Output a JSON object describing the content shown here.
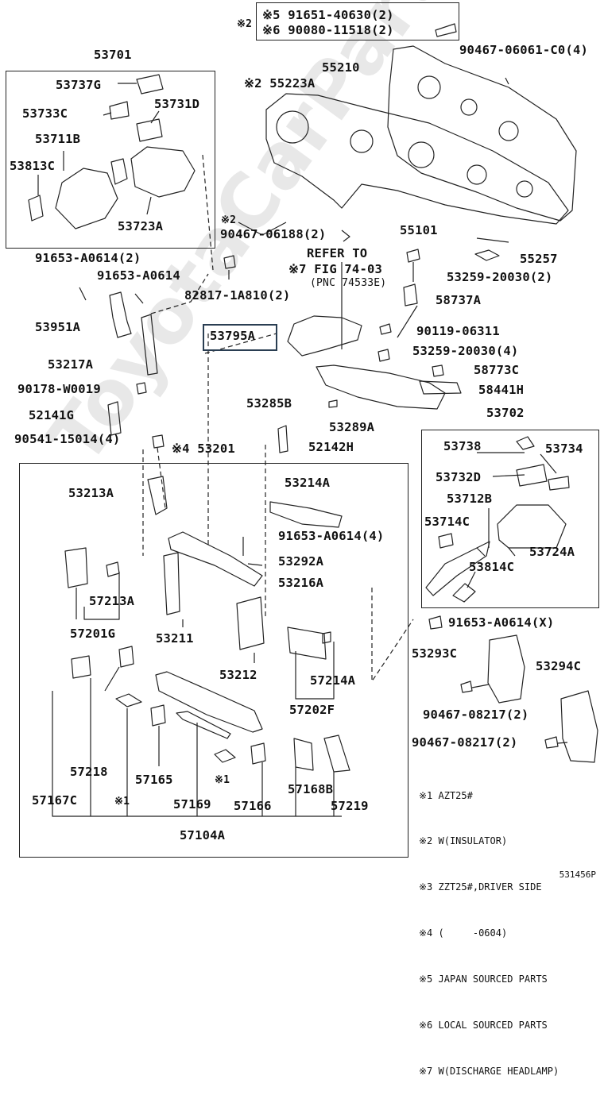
{
  "watermark": "ToyotaCarParts",
  "diagram_code": "531456P",
  "highlight_color": "#2a3e52",
  "notes_box": {
    "n1": "※2",
    "l1": "※5 91651-40630(2)",
    "l2": "※6 90080-11518(2)"
  },
  "labels": {
    "p53701": "53701",
    "p53737G": "53737G",
    "p53733C": "53733C",
    "p53731D": "53731D",
    "p53711B": "53711B",
    "p53813C": "53813C",
    "p53723A": "53723A",
    "p55210": "55210",
    "p90467_06061": "90467-06061-C0(4)",
    "p55223A": "※2 55223A",
    "p90467_06188_note": "※2",
    "p90467_06188": "90467-06188(2)",
    "p55101": "55101",
    "p55257": "55257",
    "refer": "REFER TO",
    "refer_fig": "※7 FIG 74-03",
    "refer_pnc": "(PNC 74533E)",
    "p53259_2": "53259-20030(2)",
    "p58737A": "58737A",
    "p90119": "90119-06311",
    "p53795A": "53795A",
    "p53259_4": "53259-20030(4)",
    "p58773C": "58773C",
    "p58441H": "58441H",
    "p53285B": "53285B",
    "p53289A": "53289A",
    "p91653_2": "91653-A0614(2)",
    "p91653": "91653-A0614",
    "p82817": "82817-1A810(2)",
    "p53951A": "53951A",
    "p53217A": "53217A",
    "p90178": "90178-W0019",
    "p52141G": "52141G",
    "p90541": "90541-15014(4)",
    "p52142H": "52142H",
    "p53201": "※4 53201",
    "p53213A": "53213A",
    "p53214A": "53214A",
    "p91653_4": "91653-A0614(4)",
    "p53292A": "53292A",
    "p53216A": "53216A",
    "p57213A": "57213A",
    "p57201G": "57201G",
    "p53211": "53211",
    "p53212": "53212",
    "p57214A": "57214A",
    "p57202F": "57202F",
    "p57218": "57218",
    "p57165": "57165",
    "p57169": "57169",
    "p57166": "57166",
    "p57168B": "57168B",
    "p57219": "57219",
    "p57167C": "57167C",
    "star1a": "※1",
    "star1b": "※1",
    "p57104A": "57104A",
    "p53702": "53702",
    "p53738": "53738",
    "p53734": "53734",
    "p53732D": "53732D",
    "p53712B": "53712B",
    "p53714C": "53714C",
    "p53724A": "53724A",
    "p53814C": "53814C",
    "p91653_X": "91653-A0614(X)",
    "p53293C": "53293C",
    "p53294C": "53294C",
    "p90467_08217a": "90467-08217(2)",
    "p90467_08217b": "90467-08217(2)"
  },
  "legend": [
    "※1 AZT25#",
    "※2 W(INSULATOR)",
    "※3 ZZT25#,DRIVER SIDE",
    "※4 (     -0604)",
    "※5 JAPAN SOURCED PARTS",
    "※6 LOCAL SOURCED PARTS",
    "※7 W(DISCHARGE HEADLAMP)"
  ]
}
